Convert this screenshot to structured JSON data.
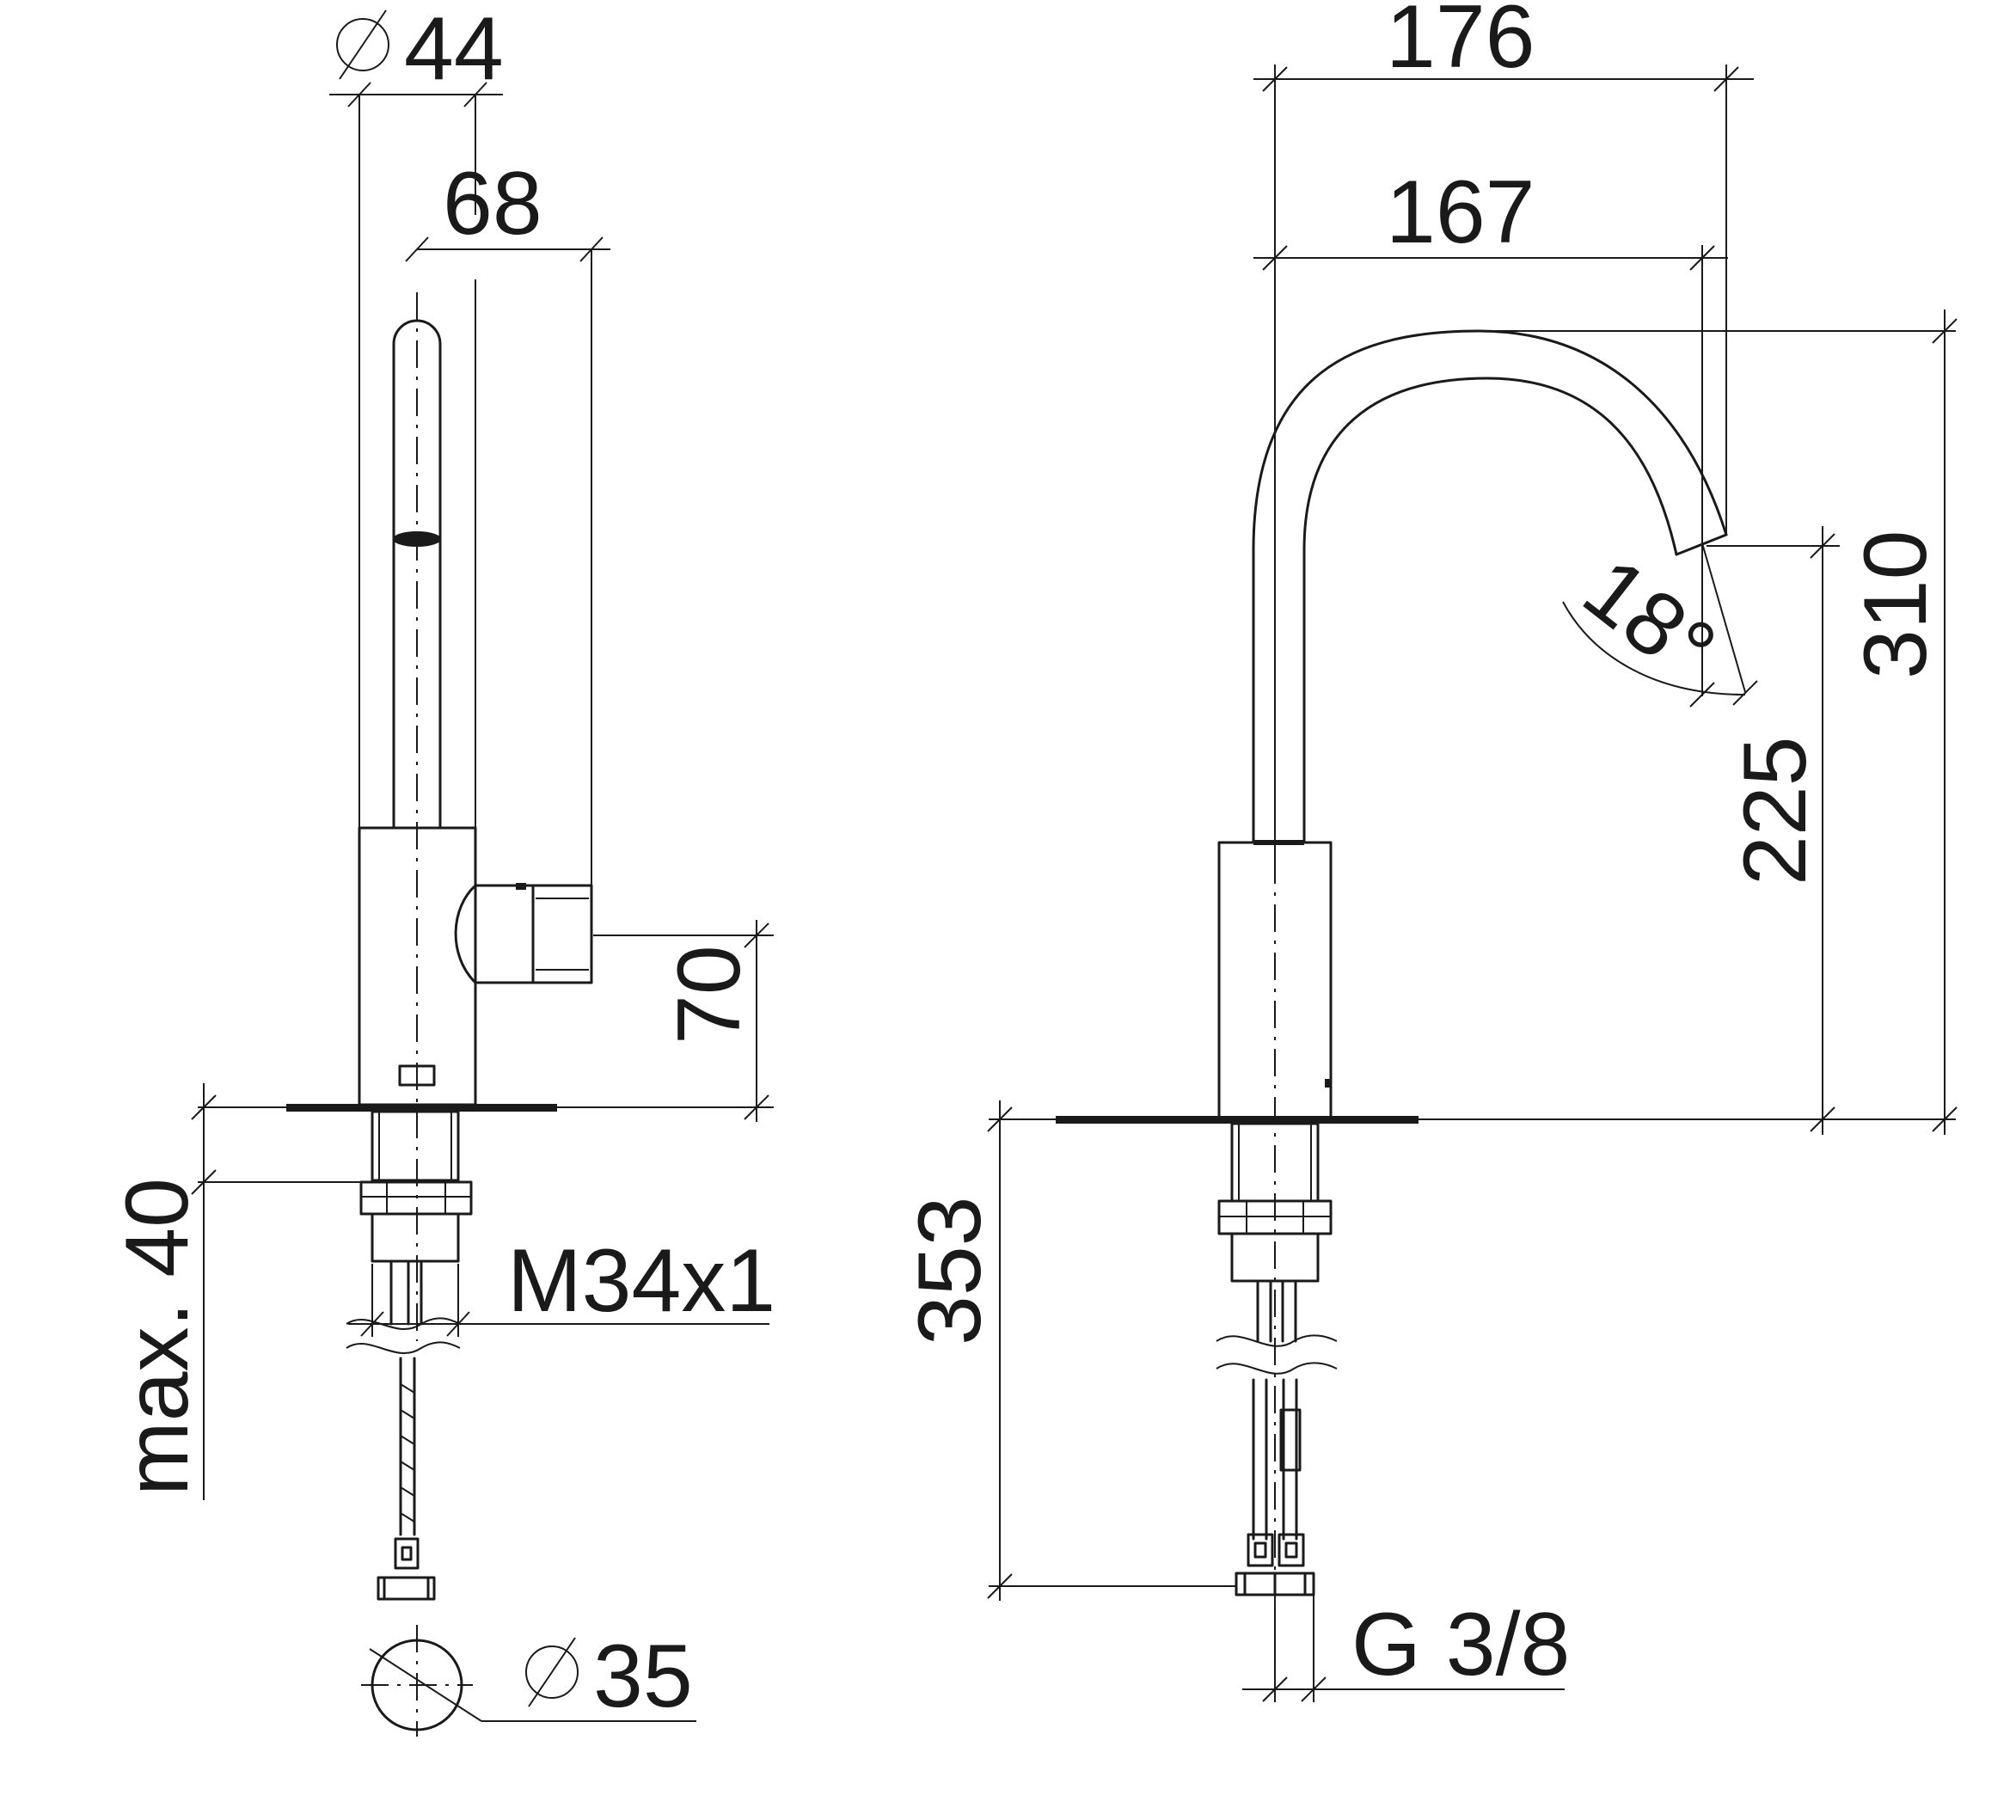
{
  "front_view": {
    "dim_diameter_44": "44",
    "dim_68": "68",
    "dim_70": "70",
    "dim_max_40": "max. 40",
    "dim_thread": "M34x1",
    "dim_diameter_35": "35"
  },
  "side_view": {
    "dim_176": "176",
    "dim_167": "167",
    "dim_310": "310",
    "dim_225": "225",
    "dim_angle": "18°",
    "dim_353": "353",
    "dim_connection": "G 3/8"
  },
  "colors": {
    "line": "#1a1a1a",
    "background": "#ffffff"
  }
}
